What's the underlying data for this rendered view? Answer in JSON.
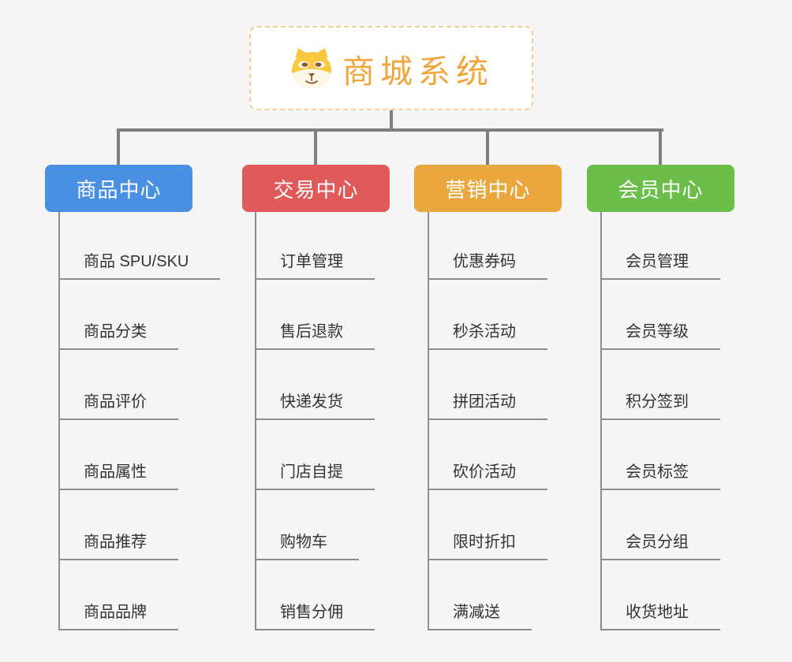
{
  "root": {
    "title": "商城系统",
    "icon": "dog-face-icon"
  },
  "branches": [
    {
      "key": "product-center",
      "label": "商品中心",
      "color": "#4a90e2",
      "children": [
        "商品 SPU/SKU",
        "商品分类",
        "商品评价",
        "商品属性",
        "商品推荐",
        "商品品牌"
      ]
    },
    {
      "key": "trade-center",
      "label": "交易中心",
      "color": "#e15a5a",
      "children": [
        "订单管理",
        "售后退款",
        "快递发货",
        "门店自提",
        "购物车",
        "销售分佣"
      ]
    },
    {
      "key": "marketing-center",
      "label": "营销中心",
      "color": "#eaa73e",
      "children": [
        "优惠券码",
        "秒杀活动",
        "拼团活动",
        "砍价活动",
        "限时折扣",
        "满减送"
      ]
    },
    {
      "key": "member-center",
      "label": "会员中心",
      "color": "#6bbe4a",
      "children": [
        "会员管理",
        "会员等级",
        "积分签到",
        "会员标签",
        "会员分组",
        "收货地址"
      ]
    }
  ],
  "colors": {
    "background": "#f5f5f6",
    "connector": "#7f7f7f",
    "child_line": "#8d8d8d",
    "root_border": "#f4cf95",
    "root_text": "#f0a63c",
    "child_text": "#333333"
  }
}
